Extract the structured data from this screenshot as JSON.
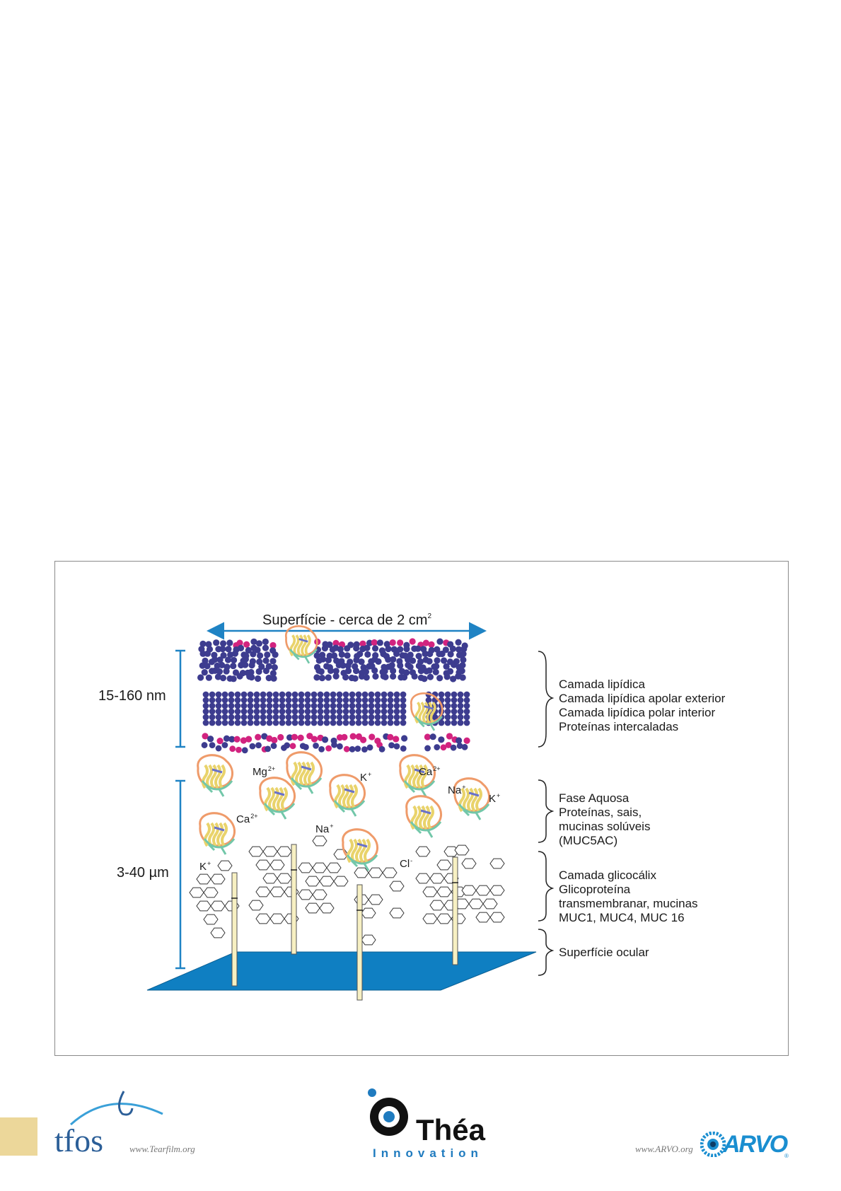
{
  "figure": {
    "surface_label": "Superfície - cerca de 2 cm",
    "surface_label_sup": "2",
    "lipid_thickness": "15-160 nm",
    "aqueous_thickness": "3-40 µm",
    "colors": {
      "arrow_blue": "#1f83c4",
      "lipid_head_pink": "#d2237f",
      "lipid_tail_blue": "#3d3c8f",
      "ocular_surface": "#0f7fc2",
      "mucin_rod": "#f7f0c2",
      "protein_orange": "#ef9b6a",
      "protein_yellow": "#e9d36b",
      "protein_green": "#72c7a9"
    },
    "ions": [
      {
        "symbol": "Mg",
        "charge": "2+"
      },
      {
        "symbol": "K",
        "charge": "+"
      },
      {
        "symbol": "Ca",
        "charge": "2+"
      },
      {
        "symbol": "Na",
        "charge": "+"
      },
      {
        "symbol": "K",
        "charge": "+"
      },
      {
        "symbol": "Ca",
        "charge": "2+"
      },
      {
        "symbol": "Na",
        "charge": "+"
      },
      {
        "symbol": "Cl",
        "charge": "-"
      },
      {
        "symbol": "K",
        "charge": "+"
      }
    ],
    "annotations": {
      "lipid": [
        "Camada lipídica",
        "Camada lipídica apolar exterior",
        "Camada lipídica polar interior",
        "Proteínas intercaladas"
      ],
      "aqueous": [
        "Fase Aquosa",
        "Proteínas, sais,",
        "mucinas solúveis",
        "(MUC5AC)"
      ],
      "glycocalyx": [
        "Camada glicocálix",
        "Glicoproteína",
        "transmembranar, mucinas",
        "MUC1, MUC4, MUC 16"
      ],
      "ocular": [
        "Superfície ocular"
      ]
    }
  },
  "footer": {
    "tfos_logo_text": "tfos",
    "tfos_url": "www.Tearfilm.org",
    "thea_name": "Théa",
    "thea_tagline": "Innovation",
    "arvo_url": "www.ARVO.org",
    "arvo_logo_text": "ARVO",
    "arvo_reg": "®"
  }
}
